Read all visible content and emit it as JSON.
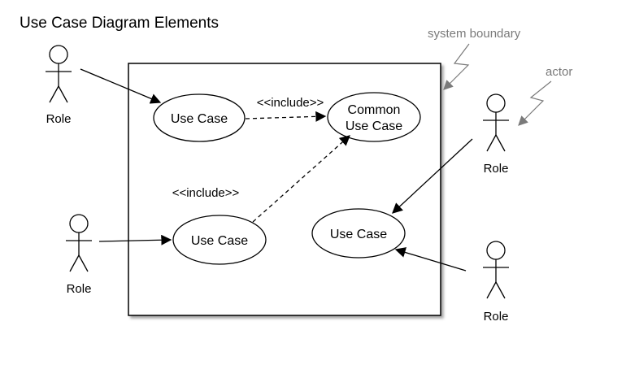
{
  "diagram": {
    "title": "Use Case Diagram Elements",
    "annotations": {
      "system_boundary": "system boundary",
      "actor": "actor"
    },
    "actors": [
      {
        "label": "Role"
      },
      {
        "label": "Role"
      },
      {
        "label": "Role"
      },
      {
        "label": "Role"
      }
    ],
    "use_cases": {
      "top_left": "Use Case",
      "bottom_left": "Use Case",
      "right": "Use Case",
      "common_line1": "Common",
      "common_line2": "Use Case"
    },
    "relationships": {
      "include_top": "<<include>>",
      "include_middle": "<<include>>"
    },
    "colors": {
      "line": "#000000",
      "annotation": "#7a7a7a",
      "background": "#ffffff"
    }
  }
}
